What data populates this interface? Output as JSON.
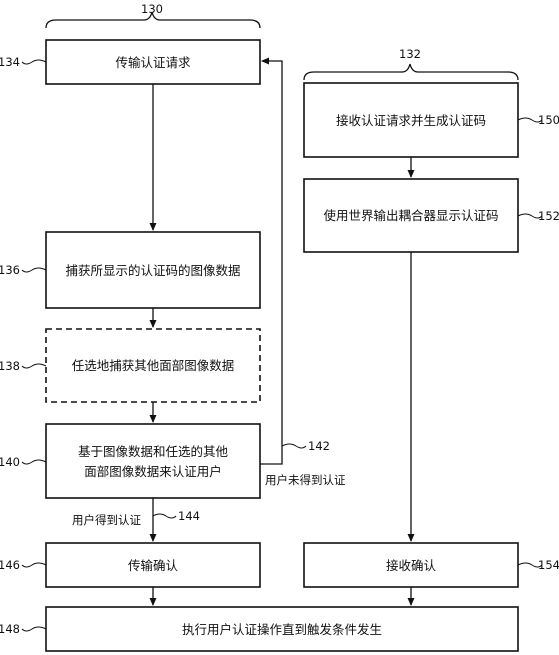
{
  "diagram": {
    "groups": [
      {
        "id": "group-130",
        "ref": "130"
      },
      {
        "id": "group-132",
        "ref": "132"
      }
    ],
    "boxes": [
      {
        "id": "box-134",
        "ref": "134",
        "lines": [
          "传输认证请求"
        ],
        "dashed": false
      },
      {
        "id": "box-136",
        "ref": "136",
        "lines": [
          "捕获所显示的认证码的图像数据"
        ],
        "dashed": false
      },
      {
        "id": "box-138",
        "ref": "138",
        "lines": [
          "任选地捕获其他面部图像数据"
        ],
        "dashed": true
      },
      {
        "id": "box-140",
        "ref": "140",
        "lines": [
          "基于图像数据和任选的其他",
          "面部图像数据来认证用户"
        ],
        "dashed": false
      },
      {
        "id": "box-146",
        "ref": "146",
        "lines": [
          "传输确认"
        ],
        "dashed": false
      },
      {
        "id": "box-150",
        "ref": "150",
        "lines": [
          "接收认证请求并生成认证码"
        ],
        "dashed": false
      },
      {
        "id": "box-152",
        "ref": "152",
        "lines": [
          "使用世界输出耦合器显示认证码"
        ],
        "dashed": false
      },
      {
        "id": "box-154",
        "ref": "154",
        "lines": [
          "接收确认"
        ],
        "dashed": false
      },
      {
        "id": "box-148",
        "ref": "148",
        "lines": [
          "执行用户认证操作直到触发条件发生"
        ],
        "dashed": false
      }
    ],
    "edges": [
      {
        "from": "box-134",
        "to": "box-136",
        "label": ""
      },
      {
        "from": "box-136",
        "to": "box-138",
        "label": ""
      },
      {
        "from": "box-138",
        "to": "box-140",
        "label": ""
      },
      {
        "from": "box-140",
        "to": "box-146",
        "label": "用户得到认证",
        "ref": "144"
      },
      {
        "from": "box-140",
        "to": "box-134",
        "label": "用户未得到认证",
        "ref": "142"
      },
      {
        "from": "box-150",
        "to": "box-152",
        "label": ""
      },
      {
        "from": "box-152",
        "to": "box-154",
        "label": ""
      },
      {
        "from": "box-146",
        "to": "box-148",
        "label": ""
      },
      {
        "from": "box-154",
        "to": "box-148",
        "label": ""
      }
    ]
  }
}
